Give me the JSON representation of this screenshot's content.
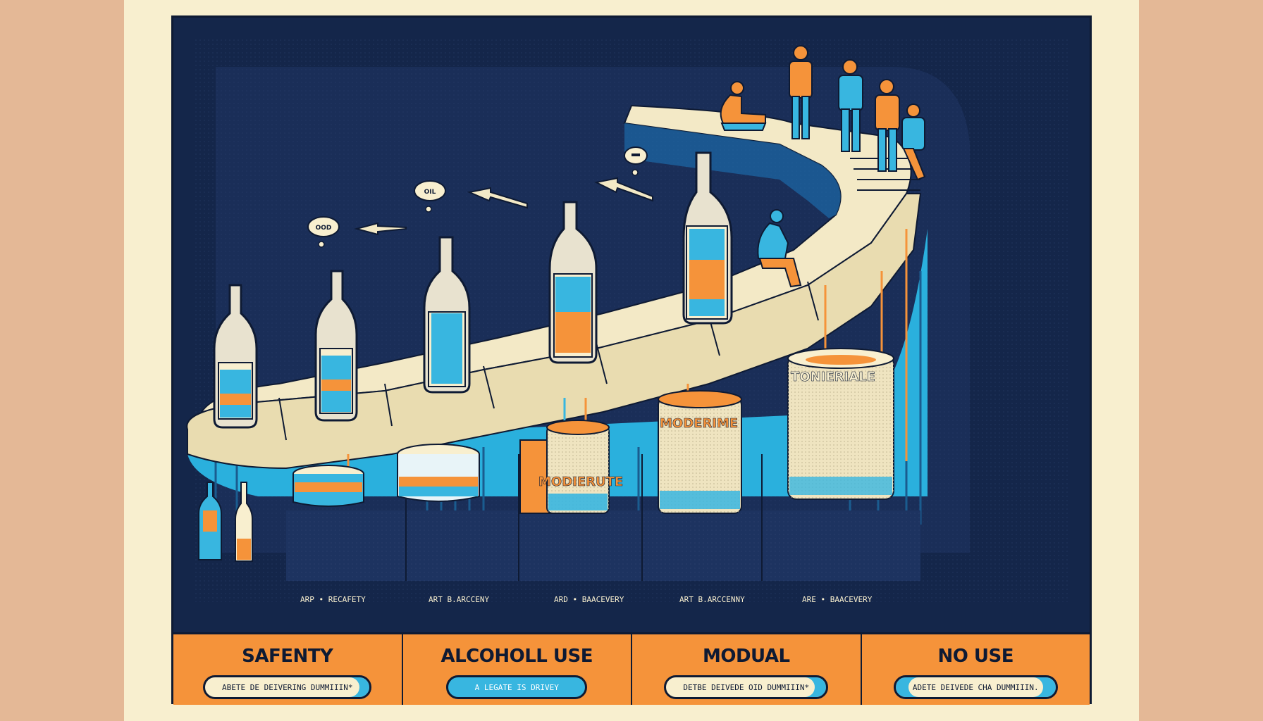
{
  "stage_labels": {
    "moderiute": "MODIERUTE",
    "moderime": "MODERIME",
    "tonieriale": "TONIERIALE"
  },
  "bubbles": [
    "OOD",
    "OIL"
  ],
  "base_labels": [
    "ARP • RECAFETY",
    "ART B.ARCCENY",
    "ARD • BAACEVERY",
    "ART B.ARCCENNY",
    "ARE • BAACEVERY"
  ],
  "legend": [
    {
      "title": "SAFENTY",
      "pill": "ABETE DE DEIVERING DUMMIIIN*"
    },
    {
      "title": "ALCOHOLL USE",
      "pill": "A LEGATE IS DRIVEY"
    },
    {
      "title": "MODUAL",
      "pill": "DETBE DEIVEDE OID DUMMIIIN*"
    },
    {
      "title": "NO USE",
      "pill": "ADETE DEIVEDE CHA DUMMIIIN."
    }
  ],
  "colors": {
    "background": "#14264a",
    "orange": "#f5933a",
    "blue": "#38b6e0",
    "cream": "#f8efcf"
  }
}
